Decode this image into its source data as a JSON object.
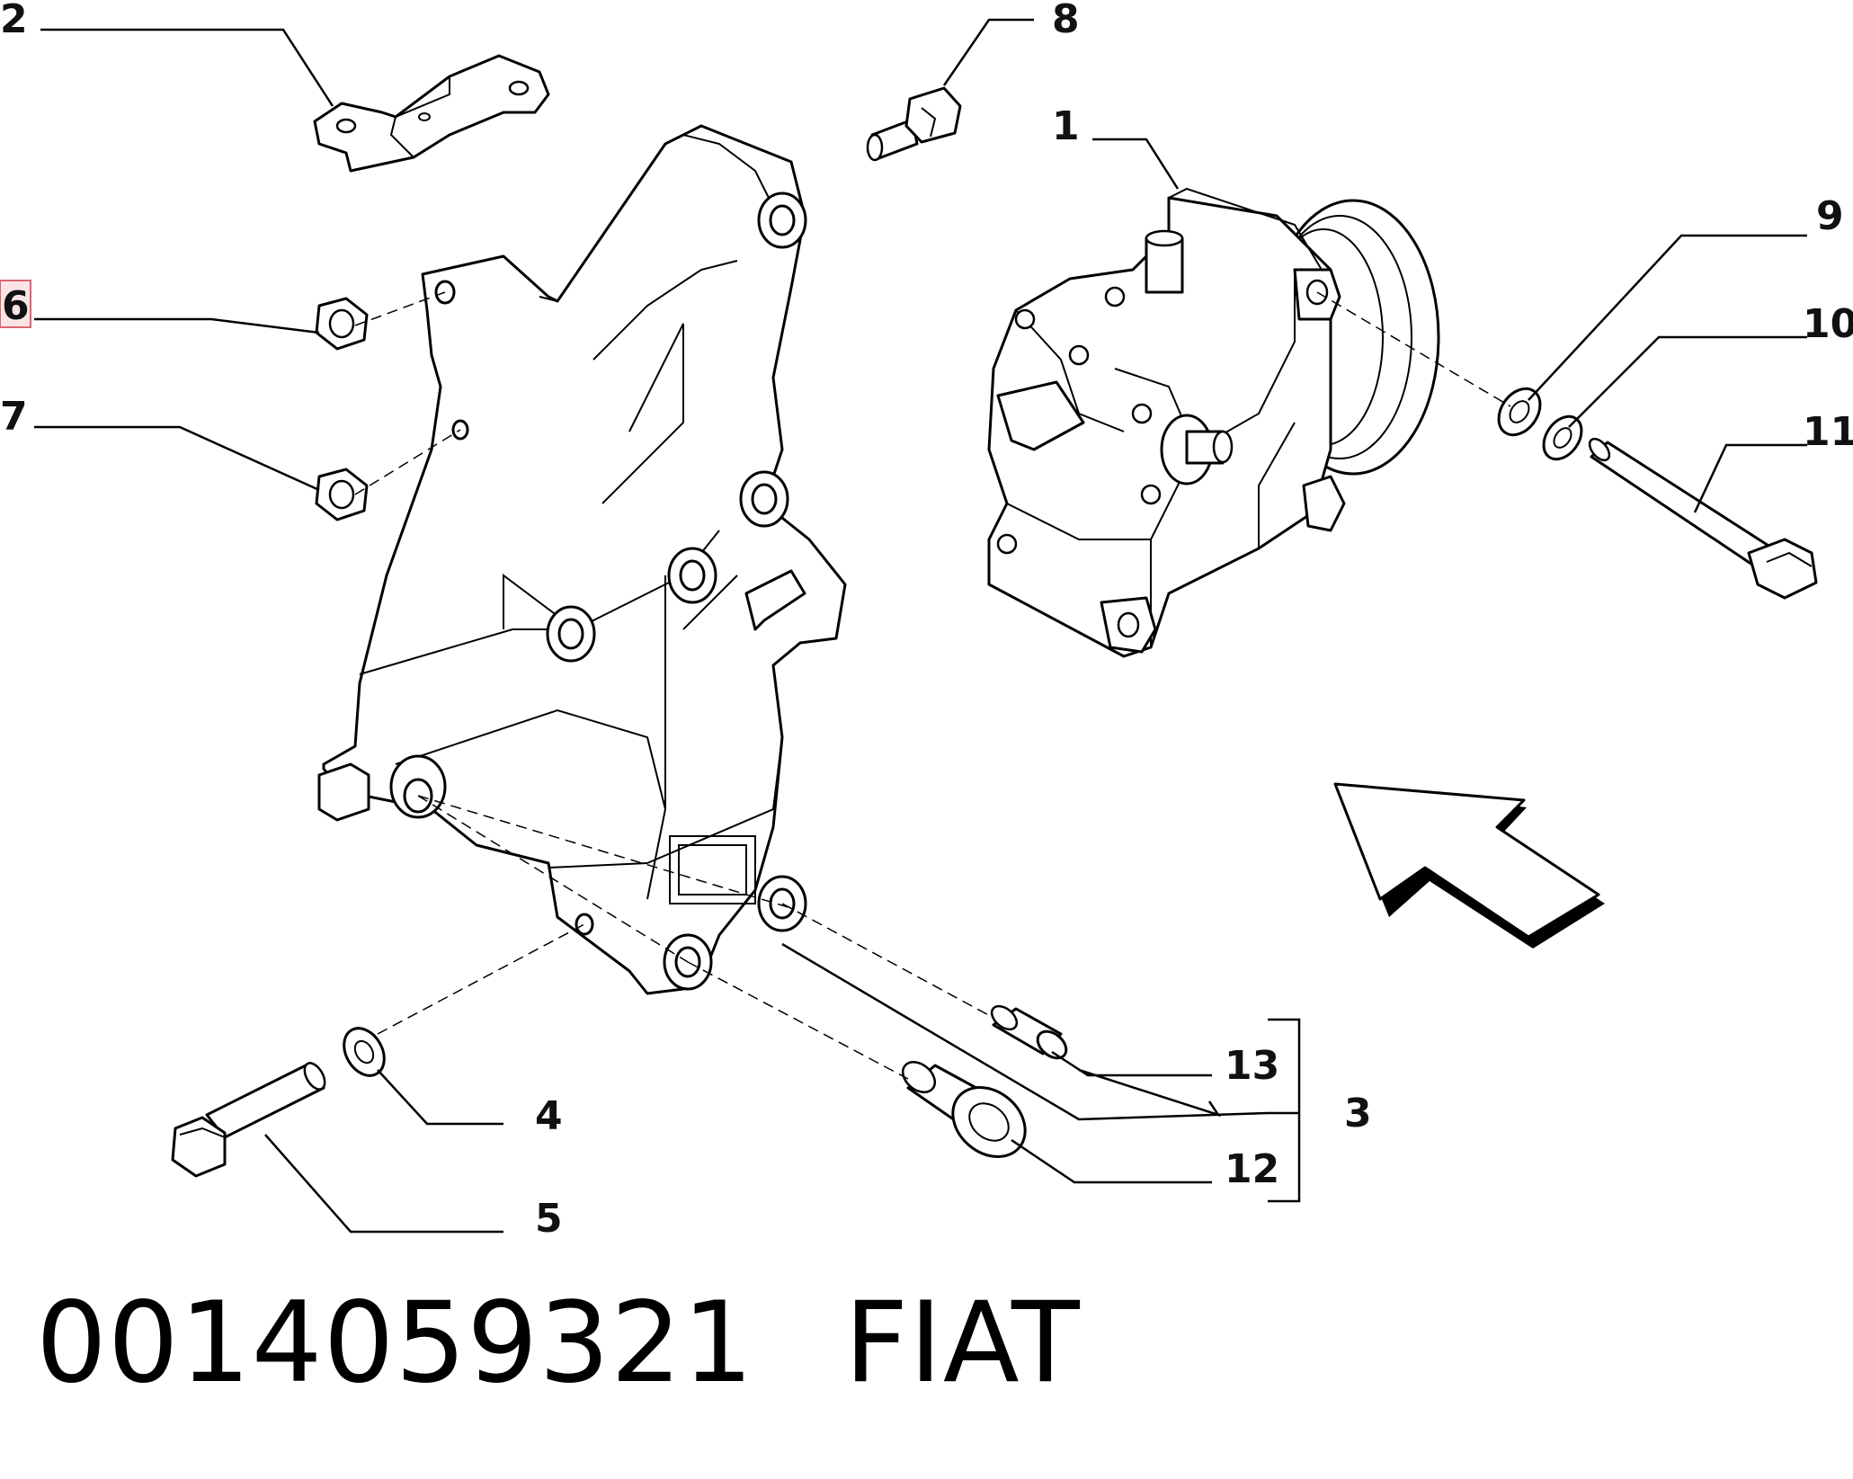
{
  "caption": {
    "part_number": "0014059321",
    "brand": "FIAT"
  },
  "callouts": [
    {
      "label": "1"
    },
    {
      "label": "2"
    },
    {
      "label": "3"
    },
    {
      "label": "4"
    },
    {
      "label": "5"
    },
    {
      "label": "6",
      "highlighted": true
    },
    {
      "label": "7"
    },
    {
      "label": "8"
    },
    {
      "label": "9"
    },
    {
      "label": "10"
    },
    {
      "label": "11"
    },
    {
      "label": "12"
    },
    {
      "label": "13"
    }
  ],
  "colors": {
    "line": "#000000",
    "highlight_fill": "#fbe4e6",
    "highlight_border": "#d9666f"
  }
}
